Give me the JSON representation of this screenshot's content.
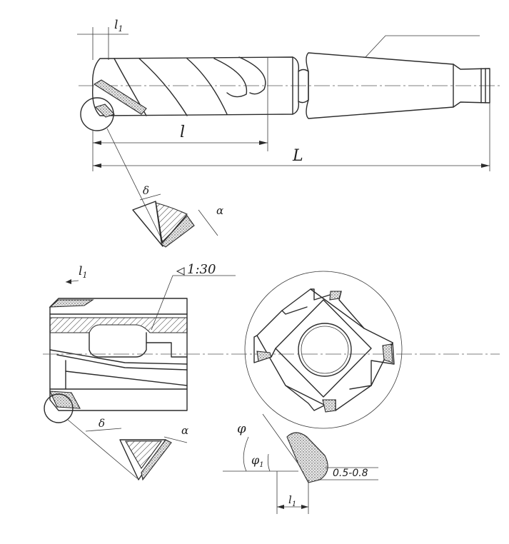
{
  "top_figure": {
    "label_l1": "l",
    "label_l1_sub": "1",
    "label_l": "l",
    "label_L": "L",
    "label_delta": "δ",
    "label_alpha": "α"
  },
  "bottom_figure": {
    "label_l1": "l",
    "label_l1_sub": "1",
    "taper": "1:30",
    "label_delta": "δ",
    "label_alpha": "α",
    "label_phi": "φ",
    "label_phi1": "φ",
    "label_phi1_sub": "1",
    "range": "0.5-0.8",
    "label_l1b": "l",
    "label_l1b_sub": "1"
  }
}
